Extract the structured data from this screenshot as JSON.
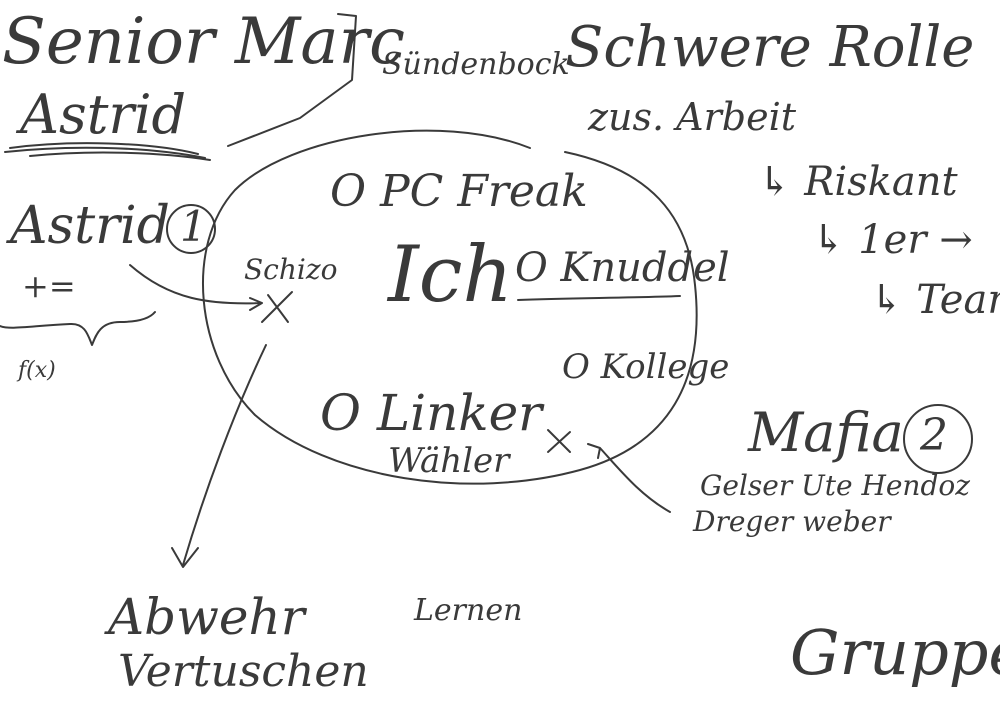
{
  "notes": {
    "senior_marc": "Senior Marc",
    "astrid_top": "Astrid",
    "suendenbock": "Sündenbock",
    "schwere_rolle": "Schwere Rolle",
    "zus_arbeit": "zus. Arbeit",
    "riskant": "↳ Riskant",
    "ler": "↳ 1er →",
    "team": "↳ Tear",
    "astrid_left": "Astrid",
    "astrid_number": "1",
    "plus_eq": "+=",
    "fx": "f(x)",
    "pc_freak": "O PC Freak",
    "schizo": "Schizo",
    "ich": "Ich",
    "knuddel": "O Knuddel",
    "kollege": "O Kollege",
    "linker": "O Linker",
    "waehler": "Wähler",
    "mafia": "Mafia",
    "mafia_number": "2",
    "helper_names_1": "Gelser Ute Hendoz",
    "helper_names_2": "Dreger weber",
    "abwehr": "Abwehr",
    "vertuschen": "Vertuschen",
    "lernen": "Lernen",
    "gruppe": "Gruppe"
  },
  "colors": {
    "ink": "#3a3a3a",
    "background": "#ffffff"
  }
}
